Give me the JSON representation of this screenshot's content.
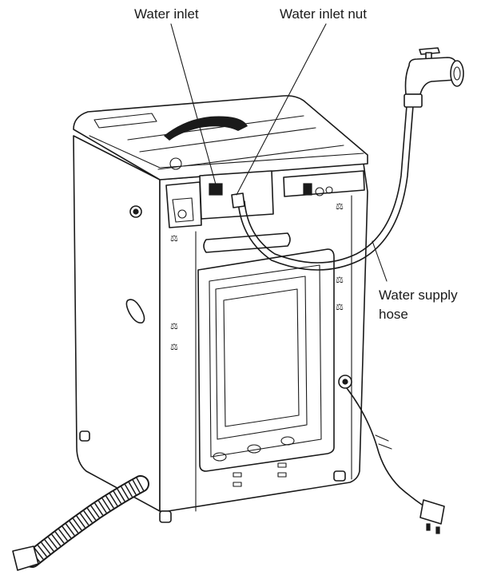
{
  "labels": {
    "water_inlet": "Water inlet",
    "water_inlet_nut": "Water inlet nut",
    "water_supply_hose_line1": "Water supply",
    "water_supply_hose_line2": "hose"
  },
  "colors": {
    "line": "#1a1a1a",
    "highlight_circle": "#c8c8c8",
    "background": "#ffffff"
  },
  "icons": [
    "tap-icon",
    "power-plug-icon",
    "drain-hose-icon",
    "warning-symbol-icon"
  ]
}
